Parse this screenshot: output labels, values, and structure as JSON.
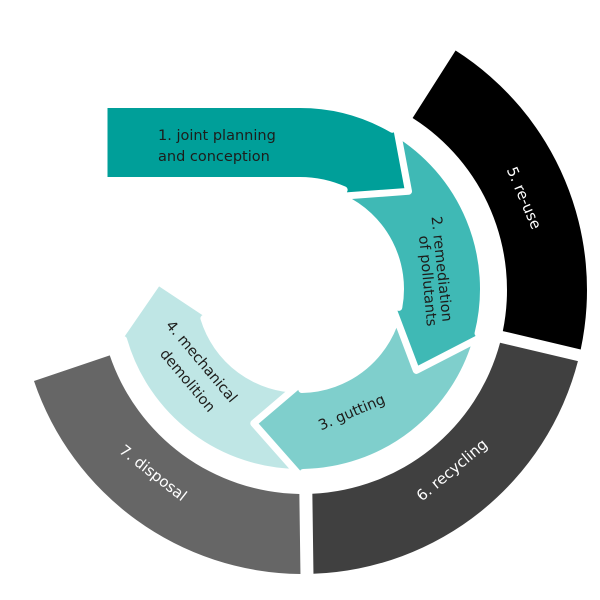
{
  "diagram": {
    "inner_steps": [
      {
        "id": 1,
        "lines": [
          "1. joint planning",
          "and conception"
        ],
        "color": "#009f99"
      },
      {
        "id": 2,
        "lines": [
          "2. remediation",
          "of pollutants"
        ],
        "color": "#3fb9b5"
      },
      {
        "id": 3,
        "lines": [
          "3. gutting"
        ],
        "color": "#7fcfcc"
      },
      {
        "id": 4,
        "lines": [
          "4. mechanical",
          "demolition"
        ],
        "color": "#bfe6e5"
      }
    ],
    "outer_stages": [
      {
        "id": 5,
        "label": "5. re-use",
        "color": "#000000"
      },
      {
        "id": 6,
        "label": "6. recycling",
        "color": "#404040"
      },
      {
        "id": 7,
        "label": "7. disposal",
        "color": "#666666"
      }
    ],
    "text_colors": {
      "inner": "#1d1d1b",
      "outer": "#ffffff"
    }
  }
}
